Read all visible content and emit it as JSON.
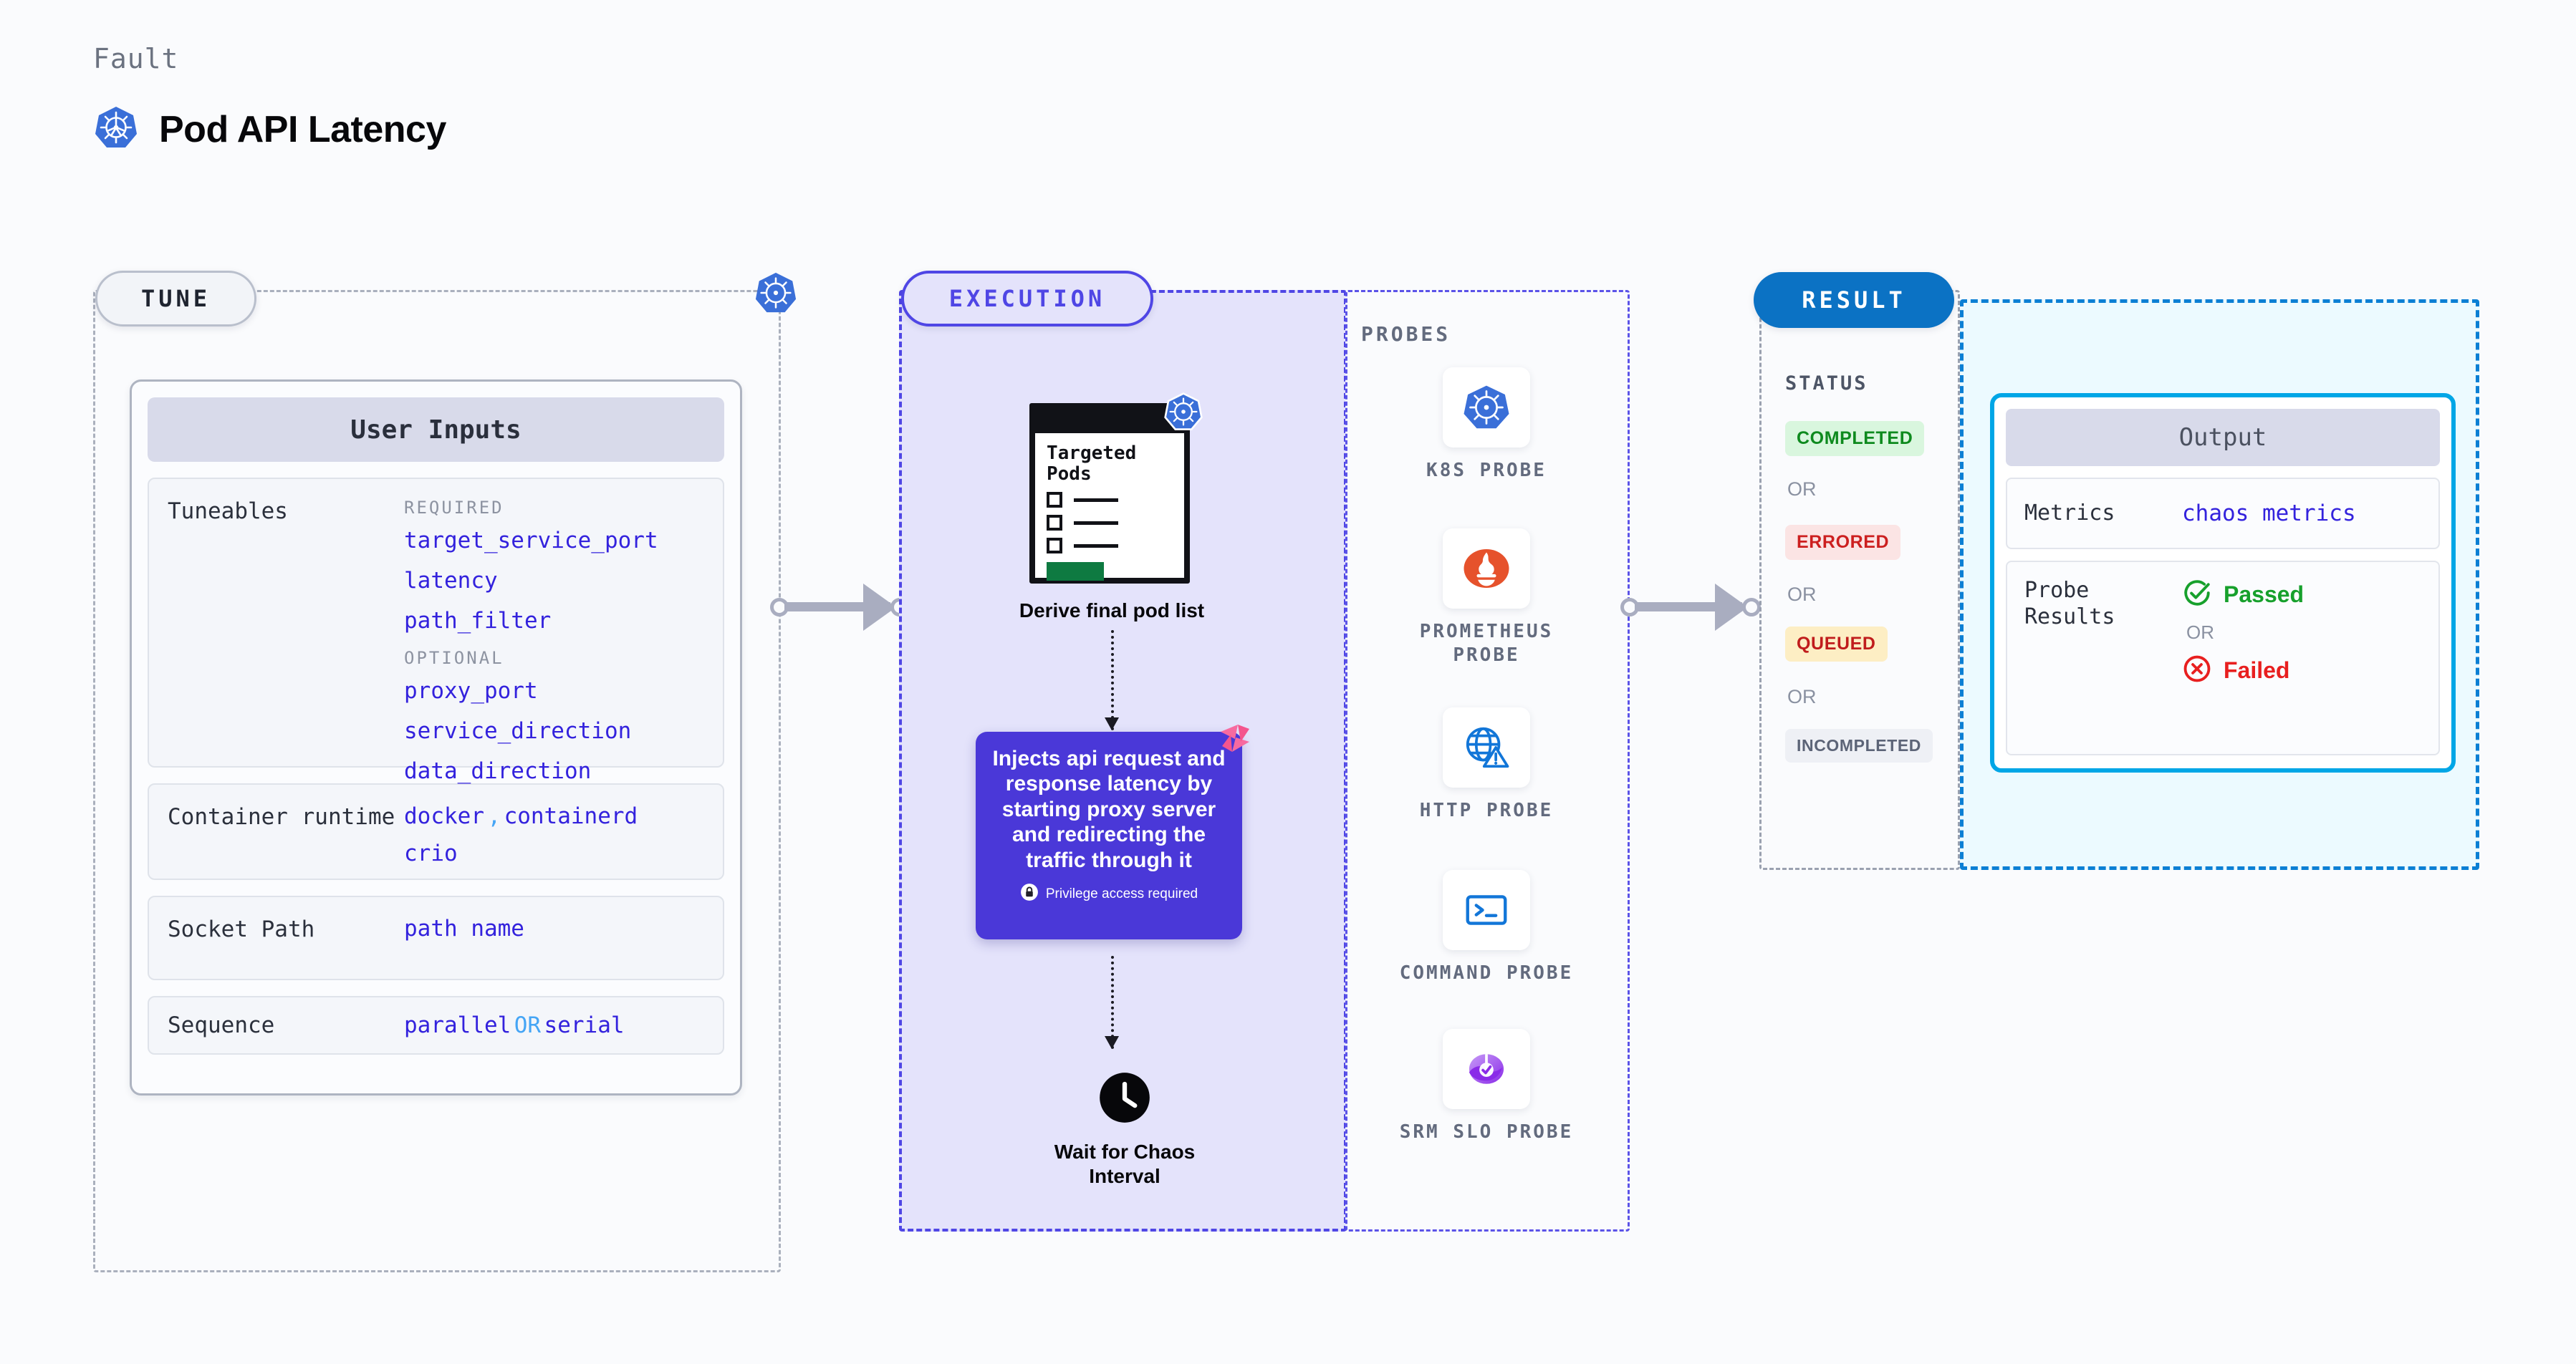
{
  "header": {
    "eyebrow": "Fault",
    "title": "Pod API Latency",
    "icon": "kubernetes-icon"
  },
  "tune": {
    "pill": "TUNE",
    "badge_icon": "kubernetes-icon",
    "card_title": "User Inputs",
    "tuneables": {
      "label": "Tuneables",
      "required_title": "REQUIRED",
      "required": [
        "target_service_port",
        "latency",
        "path_filter"
      ],
      "optional_title": "OPTIONAL",
      "optional": [
        "proxy_port",
        "service_direction",
        "data_direction"
      ]
    },
    "container_runtime": {
      "label": "Container runtime",
      "line1_a": "docker",
      "line1_sep": ",",
      "line1_b": "containerd",
      "line2": "crio"
    },
    "socket_path": {
      "label": "Socket Path",
      "value": "path name"
    },
    "sequence": {
      "label": "Sequence",
      "value_a": "parallel",
      "sep": "OR",
      "value_b": "serial"
    }
  },
  "execution": {
    "pill": "EXECUTION",
    "pods_node": {
      "window_heading": "Targeted Pods",
      "caption": "Derive final pod list",
      "badge_icon": "kubernetes-icon"
    },
    "inject_card": {
      "text": "Injects api request and response latency by starting proxy server and redirecting the traffic through it",
      "privilege_note": "Privilege access required",
      "lock_icon": "lock-icon",
      "logo_icon": "harness-logo-icon",
      "color": "#4a38d8"
    },
    "wait_node": {
      "caption": "Wait for Chaos Interval",
      "icon": "clock-icon"
    }
  },
  "probes": {
    "title": "PROBES",
    "items": [
      {
        "label": "K8S PROBE",
        "icon": "kubernetes-icon"
      },
      {
        "label": "PROMETHEUS PROBE",
        "icon": "prometheus-icon"
      },
      {
        "label": "HTTP PROBE",
        "icon": "http-globe-warning-icon"
      },
      {
        "label": "COMMAND PROBE",
        "icon": "terminal-icon"
      },
      {
        "label": "SRM SLO PROBE",
        "icon": "srm-slo-icon"
      }
    ]
  },
  "result": {
    "pill": "RESULT",
    "status_title": "STATUS",
    "statuses": [
      {
        "label": "COMPLETED",
        "bg": "#d9f6de",
        "fg": "#0e8a1e"
      },
      {
        "label": "ERRORED",
        "bg": "#fbe4e4",
        "fg": "#cc1f1f"
      },
      {
        "label": "QUEUED",
        "bg": "#fdeec4",
        "fg": "#c01c1c"
      },
      {
        "label": "INCOMPLETED",
        "bg": "#eef0f5",
        "fg": "#5c6477"
      }
    ],
    "or_label": "OR",
    "output": {
      "title": "Output",
      "metrics": {
        "label": "Metrics",
        "value": "chaos metrics"
      },
      "probe_results": {
        "label": "Probe Results",
        "passed": "Passed",
        "or": "OR",
        "failed": "Failed",
        "passed_icon": "check-circle-icon",
        "failed_icon": "x-circle-icon"
      }
    }
  },
  "colors": {
    "accent_purple": "#4f46e5",
    "accent_blue": "#0b72c4",
    "accent_cyan": "#00a6e6",
    "code_blue": "#3322dd",
    "k8s_blue": "#3a6fd8"
  }
}
